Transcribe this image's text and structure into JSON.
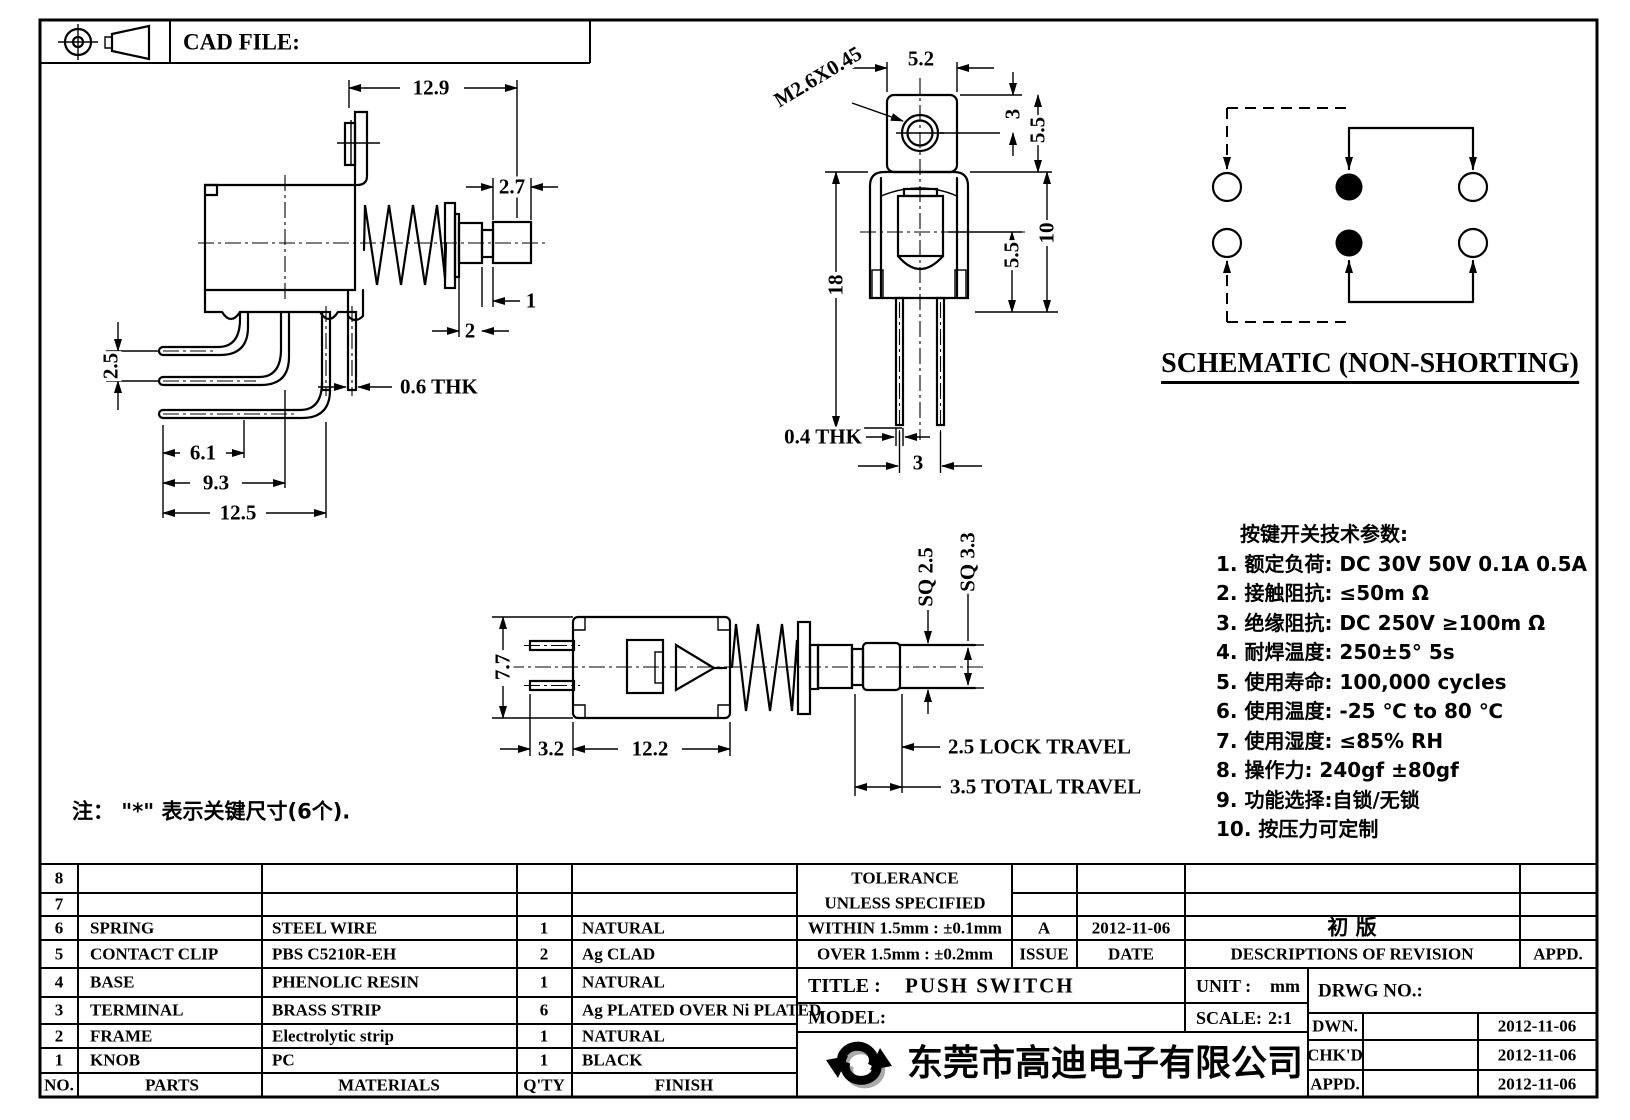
{
  "header": {
    "cad_file": "CAD FILE:"
  },
  "note": "注： \"*\"  表示关键尺寸(6个).",
  "schematic": {
    "title": "SCHEMATIC (NON-SHORTING)"
  },
  "tech_params": {
    "title": "按键开关技术参数:",
    "items": [
      "1.  额定负荷: DC 30V 50V    0.1A  0.5A",
      "2.  接触阻抗:  ≤50m Ω",
      "3.  绝缘阻抗: DC 250V  ≥100m Ω",
      "4.  耐焊温度: 250±5°   5s",
      "5.  使用寿命: 100,000 cycles",
      "6.  使用温度: -25  ℃  to 80  ℃",
      "7.  使用湿度:  ≤85% RH",
      "8.  操作力: 240gf  ±80gf",
      "9.  功能选择:自锁/无锁",
      "10.  按压力可定制"
    ]
  },
  "dims": {
    "side": {
      "width": "12.9",
      "cap": "2.7",
      "neck": "1",
      "shaft": "2",
      "pitch": "2.5",
      "thk": "0.6 THK",
      "l1": "6.1",
      "l2": "9.3",
      "l3": "12.5"
    },
    "front": {
      "thread": "M2.6X0.45",
      "tab_w": "5.2",
      "hole": "3",
      "tab_h": "5.5",
      "body": "10",
      "lower": "5.5",
      "height": "18",
      "thk": "0.4 THK",
      "pin_pitch": "3"
    },
    "bottom": {
      "h": "7.7",
      "pin": "3.2",
      "body": "12.2",
      "sq_small": "SQ 2.5",
      "sq_big": "SQ 3.3",
      "lock": "2.5 LOCK TRAVEL",
      "total": "3.5 TOTAL TRAVEL"
    }
  },
  "bom": {
    "headers": {
      "no": "NO.",
      "parts": "PARTS",
      "materials": "MATERIALS",
      "qty": "Q'TY",
      "finish": "FINISH"
    },
    "rows": [
      {
        "no": "8",
        "parts": "",
        "materials": "",
        "qty": "",
        "finish": ""
      },
      {
        "no": "7",
        "parts": "",
        "materials": "",
        "qty": "",
        "finish": ""
      },
      {
        "no": "6",
        "parts": "SPRING",
        "materials": "STEEL WIRE",
        "qty": "1",
        "finish": "NATURAL"
      },
      {
        "no": "5",
        "parts": "CONTACT CLIP",
        "materials": "PBS C5210R-EH",
        "qty": "2",
        "finish": "Ag CLAD"
      },
      {
        "no": "4",
        "parts": "BASE",
        "materials": "PHENOLIC RESIN",
        "qty": "1",
        "finish": "NATURAL"
      },
      {
        "no": "3",
        "parts": "TERMINAL",
        "materials": "BRASS STRIP",
        "qty": "6",
        "finish": "Ag PLATED OVER Ni PLATED"
      },
      {
        "no": "2",
        "parts": "FRAME",
        "materials": "Electrolytic strip",
        "qty": "1",
        "finish": "NATURAL"
      },
      {
        "no": "1",
        "parts": "KNOB",
        "materials": "PC",
        "qty": "1",
        "finish": "BLACK"
      }
    ]
  },
  "revision": {
    "tolerance_title": "TOLERANCE",
    "tolerance_sub": "UNLESS  SPECIFIED",
    "within": "WITHIN 1.5mm : ±0.1mm",
    "over": "OVER 1.5mm : ±0.2mm",
    "issue_value": "A",
    "date_value": "2012-11-06",
    "description_value": "初 版",
    "issue_label": "ISSUE",
    "date_label": "DATE",
    "description_label": "DESCRIPTIONS OF REVISION",
    "appd_label": "APPD."
  },
  "title_block": {
    "title_label": "TITLE :",
    "title_value": "PUSH SWITCH",
    "model_label": "MODEL:",
    "unit_label": "UNIT :",
    "unit_value": "mm",
    "scale_label": "SCALE:",
    "scale_value": "2:1",
    "drwg_label": "DRWG NO.:",
    "company": "东莞市高迪电子有限公司",
    "sign_rows": [
      {
        "label": "DWN.",
        "date": "2012-11-06"
      },
      {
        "label": "CHK'D",
        "date": "2012-11-06"
      },
      {
        "label": "APPD.",
        "date": "2012-11-06"
      }
    ]
  }
}
